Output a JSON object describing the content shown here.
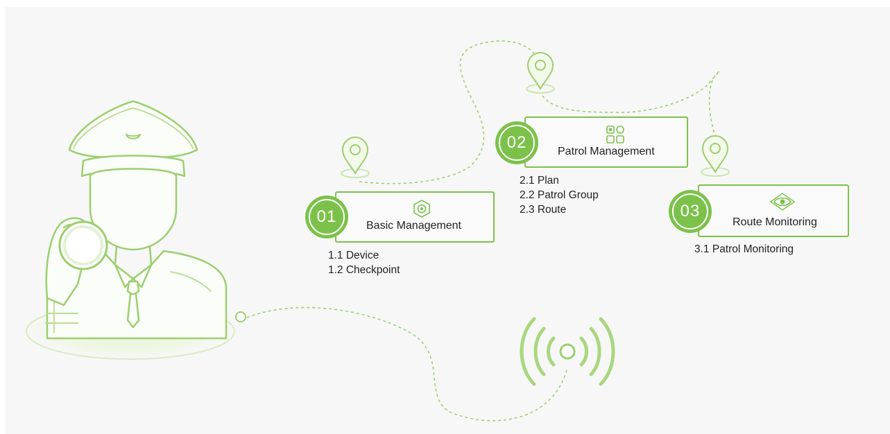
{
  "colors": {
    "accent": "#7cc24a",
    "accent_light": "#c9e7ad",
    "outline": "#9bcf6e",
    "background": "#f7f7f7",
    "text": "#222222"
  },
  "steps": [
    {
      "number": "01",
      "title": "Basic Management",
      "icon": "gear-hexagon-icon",
      "items": [
        "1.1 Device",
        "1.2 Checkpoint"
      ]
    },
    {
      "number": "02",
      "title": "Patrol Management",
      "icon": "grid-apps-icon",
      "items": [
        "2.1 Plan",
        "2.2 Patrol Group",
        "2.3 Route"
      ]
    },
    {
      "number": "03",
      "title": "Route Monitoring",
      "icon": "eye-icon",
      "items": [
        "3.1 Patrol Monitoring"
      ]
    }
  ],
  "decorations": [
    "security-guard-illustration",
    "location-pin-icon",
    "nfc-signal-icon",
    "dashed-route-path"
  ]
}
